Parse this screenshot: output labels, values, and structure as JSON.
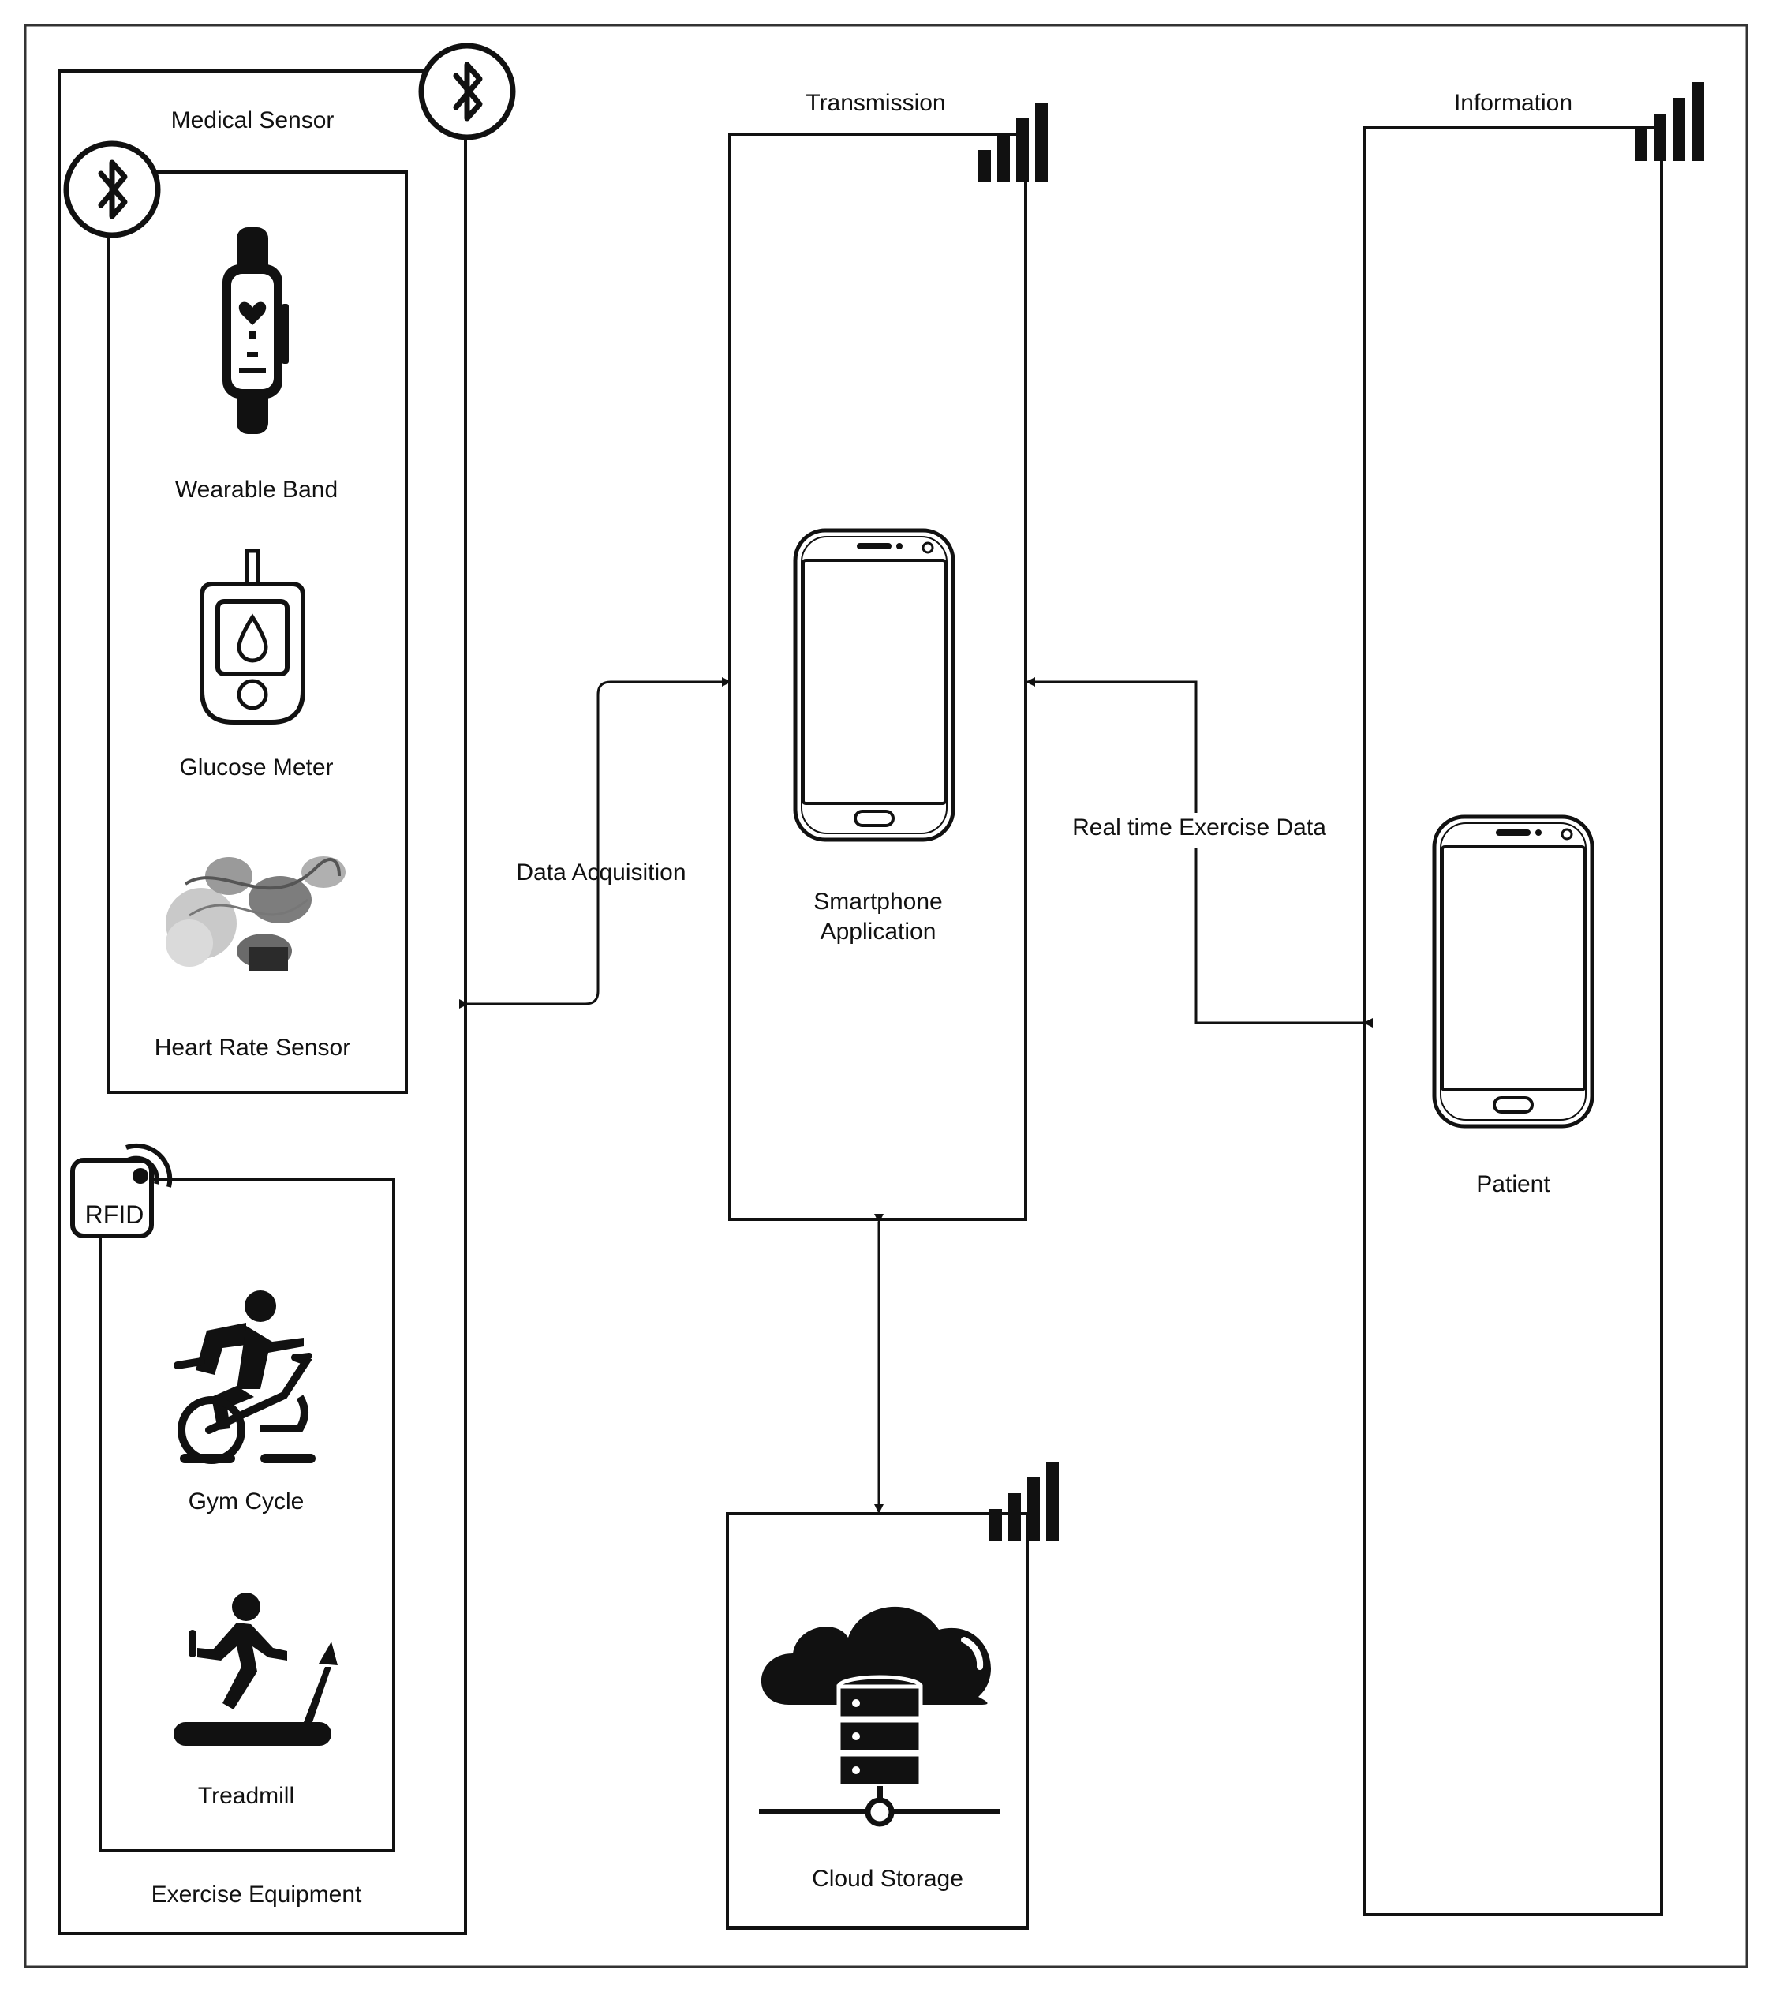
{
  "diagram": {
    "medical_sensor": {
      "title": "Medical Sensor",
      "devices": {
        "wearable_band": "Wearable Band",
        "glucose_meter": "Glucose Meter",
        "heart_rate_sensor": "Heart Rate Sensor"
      }
    },
    "exercise_equipment": {
      "title": "Exercise Equipment",
      "rfid_tag": "RFID",
      "devices": {
        "gym_cycle": "Gym Cycle",
        "treadmill": "Treadmill"
      }
    },
    "transmission": {
      "title": "Transmission",
      "device_line1": "Smartphone",
      "device_line2": "Application"
    },
    "information": {
      "title": "Information",
      "device": "Patient"
    },
    "cloud": {
      "label": "Cloud Storage"
    },
    "edges": {
      "data_acquisition": "Data Acquisition",
      "real_time_exercise": "Real time Exercise Data"
    },
    "icons": [
      "bluetooth-icon",
      "signal-bars-icon",
      "fitness-band-icon",
      "glucose-meter-icon",
      "heart-rate-sensor-icon",
      "rfid-icon",
      "gym-cycle-icon",
      "treadmill-icon",
      "smartphone-icon",
      "cloud-database-icon"
    ]
  }
}
